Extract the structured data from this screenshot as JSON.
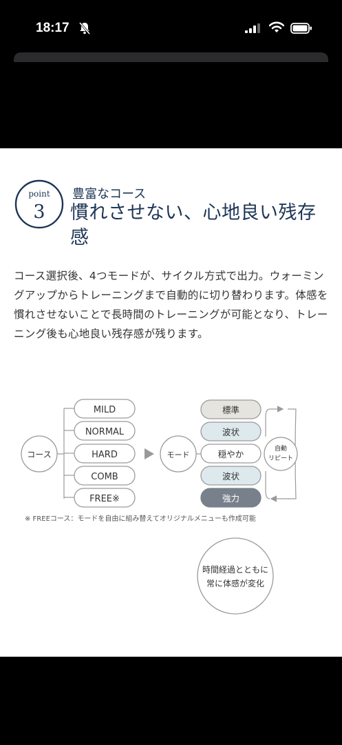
{
  "status_bar": {
    "time": "18:17",
    "icons": [
      "bell-slash-icon",
      "cellular-signal-icon",
      "wifi-icon",
      "battery-icon"
    ]
  },
  "section": {
    "badge_label": "point",
    "badge_number": "3",
    "subtitle": "豊富なコース",
    "title": "慣れさせない、心地良い残存感",
    "body": "コース選択後、4つモードが、サイクル方式で出力。ウォーミングアップからトレーニングまで自動的に切り替わります。体感を慣れさせないことで長時間のトレーニングが可能となり、トレーニング後も心地良い残存感が残ります。"
  },
  "diagram": {
    "course_label": "コース",
    "courses": [
      "MILD",
      "NORMAL",
      "HARD",
      "COMB",
      "FREE※"
    ],
    "mode_label": "モード",
    "modes": [
      "標準",
      "波状",
      "穏やか",
      "波状",
      "強力"
    ],
    "auto_repeat_line1": "自動",
    "auto_repeat_line2": "リピート",
    "footnote": "※ FREEコース：モードを自由に組み替えてオリジナルメニューも作成可能",
    "time_change_line1": "時間経過とともに",
    "time_change_line2": "常に体感が変化",
    "colors": {
      "border": "#9a9a9a",
      "mode_standard": "#e6e4de",
      "mode_wave": "#dde9ed",
      "mode_gentle": "#ffffff",
      "mode_strong": "#77808b",
      "title_navy": "#1d3556"
    }
  }
}
